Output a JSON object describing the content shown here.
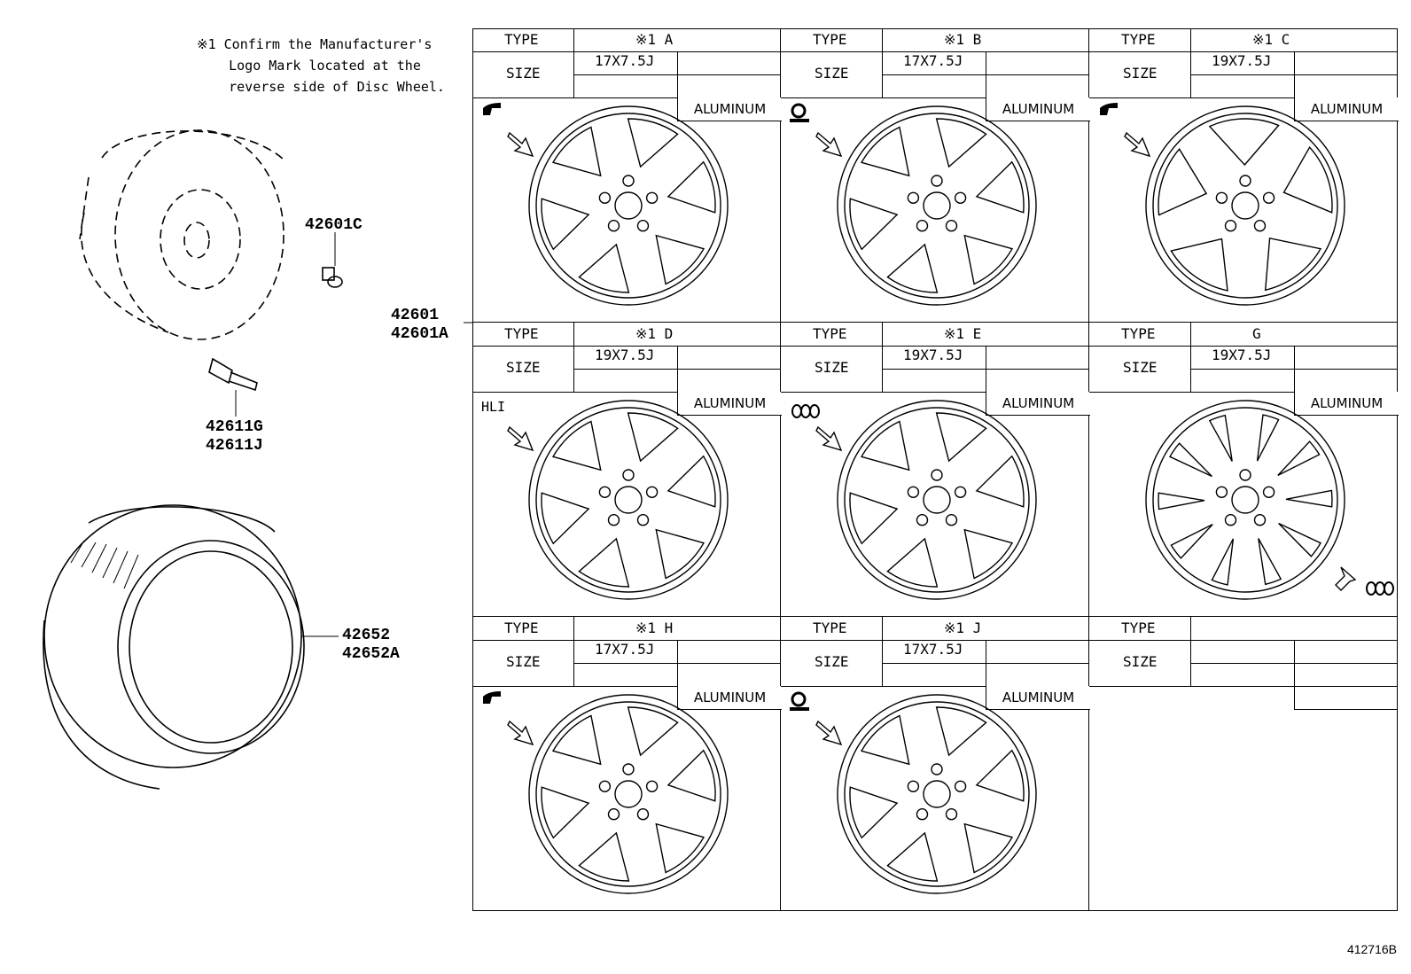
{
  "note": {
    "line1": "※1 Confirm the Manufacturer's",
    "line2": "    Logo Mark located at the",
    "line3": "    reverse side of Disc Wheel."
  },
  "parts": {
    "p42601C": "42601C",
    "p42601": "42601",
    "p42601A": "42601A",
    "p42611G": "42611G",
    "p42611J": "42611J",
    "p42652": "42652",
    "p42652A": "42652A"
  },
  "table": {
    "type_label": "TYPE",
    "size_label": "SIZE",
    "material": "ALUMINUM",
    "cells": [
      {
        "type": "※1 A",
        "size": "17X7.5J",
        "mark": "HL-hook",
        "has_material": true
      },
      {
        "type": "※1 B",
        "size": "17X7.5J",
        "mark": "Q-logo",
        "has_material": true
      },
      {
        "type": "※1 C",
        "size": "19X7.5J",
        "mark": "HL-hook",
        "has_material": true
      },
      {
        "type": "※1 D",
        "size": "19X7.5J",
        "mark": "HLI",
        "has_material": true
      },
      {
        "type": "※1 E",
        "size": "19X7.5J",
        "mark": "ring-logo",
        "has_material": true
      },
      {
        "type": "G",
        "size": "19X7.5J",
        "mark": "ring-logo",
        "has_material": true
      },
      {
        "type": "※1 H",
        "size": "17X7.5J",
        "mark": "HL-hook",
        "has_material": true
      },
      {
        "type": "※1 J",
        "size": "17X7.5J",
        "mark": "Q-logo",
        "has_material": true
      },
      {
        "type": "",
        "size": "",
        "mark": "",
        "has_material": false
      }
    ],
    "hli_text": "HLI"
  },
  "drawing_code": "412716B"
}
